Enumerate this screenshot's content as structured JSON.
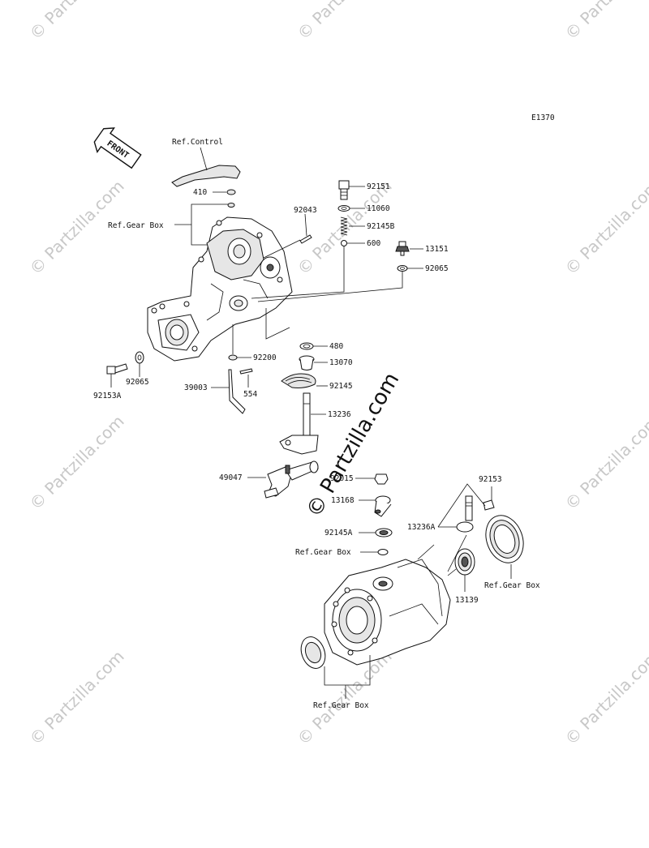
{
  "diagram_code": "E1370",
  "front_arrow_label": "FRONT",
  "watermark_text": "© Partzilla.com",
  "center_watermark_text": "© Partzilla.com",
  "labels": {
    "ref_control": "Ref.Control",
    "p410": "410",
    "ref_gear_box_1": "Ref.Gear Box",
    "p92043": "92043",
    "p92151": "92151",
    "p11060": "11060",
    "p92145b": "92145B",
    "p600": "600",
    "p13151": "13151",
    "p92065_right": "92065",
    "p480": "480",
    "p13070": "13070",
    "p92200": "92200",
    "p92065_left": "92065",
    "p92153a": "92153A",
    "p39003": "39003",
    "p554": "554",
    "p92145": "92145",
    "p13236": "13236",
    "p49047": "49047",
    "p92015": "92015",
    "p13168": "13168",
    "p92145a": "92145A",
    "ref_gear_box_2": "Ref.Gear Box",
    "p92153": "92153",
    "p13236a": "13236A",
    "ref_gear_box_3": "Ref.Gear Box",
    "p13139": "13139",
    "ref_gear_box_4": "Ref.Gear Box"
  }
}
